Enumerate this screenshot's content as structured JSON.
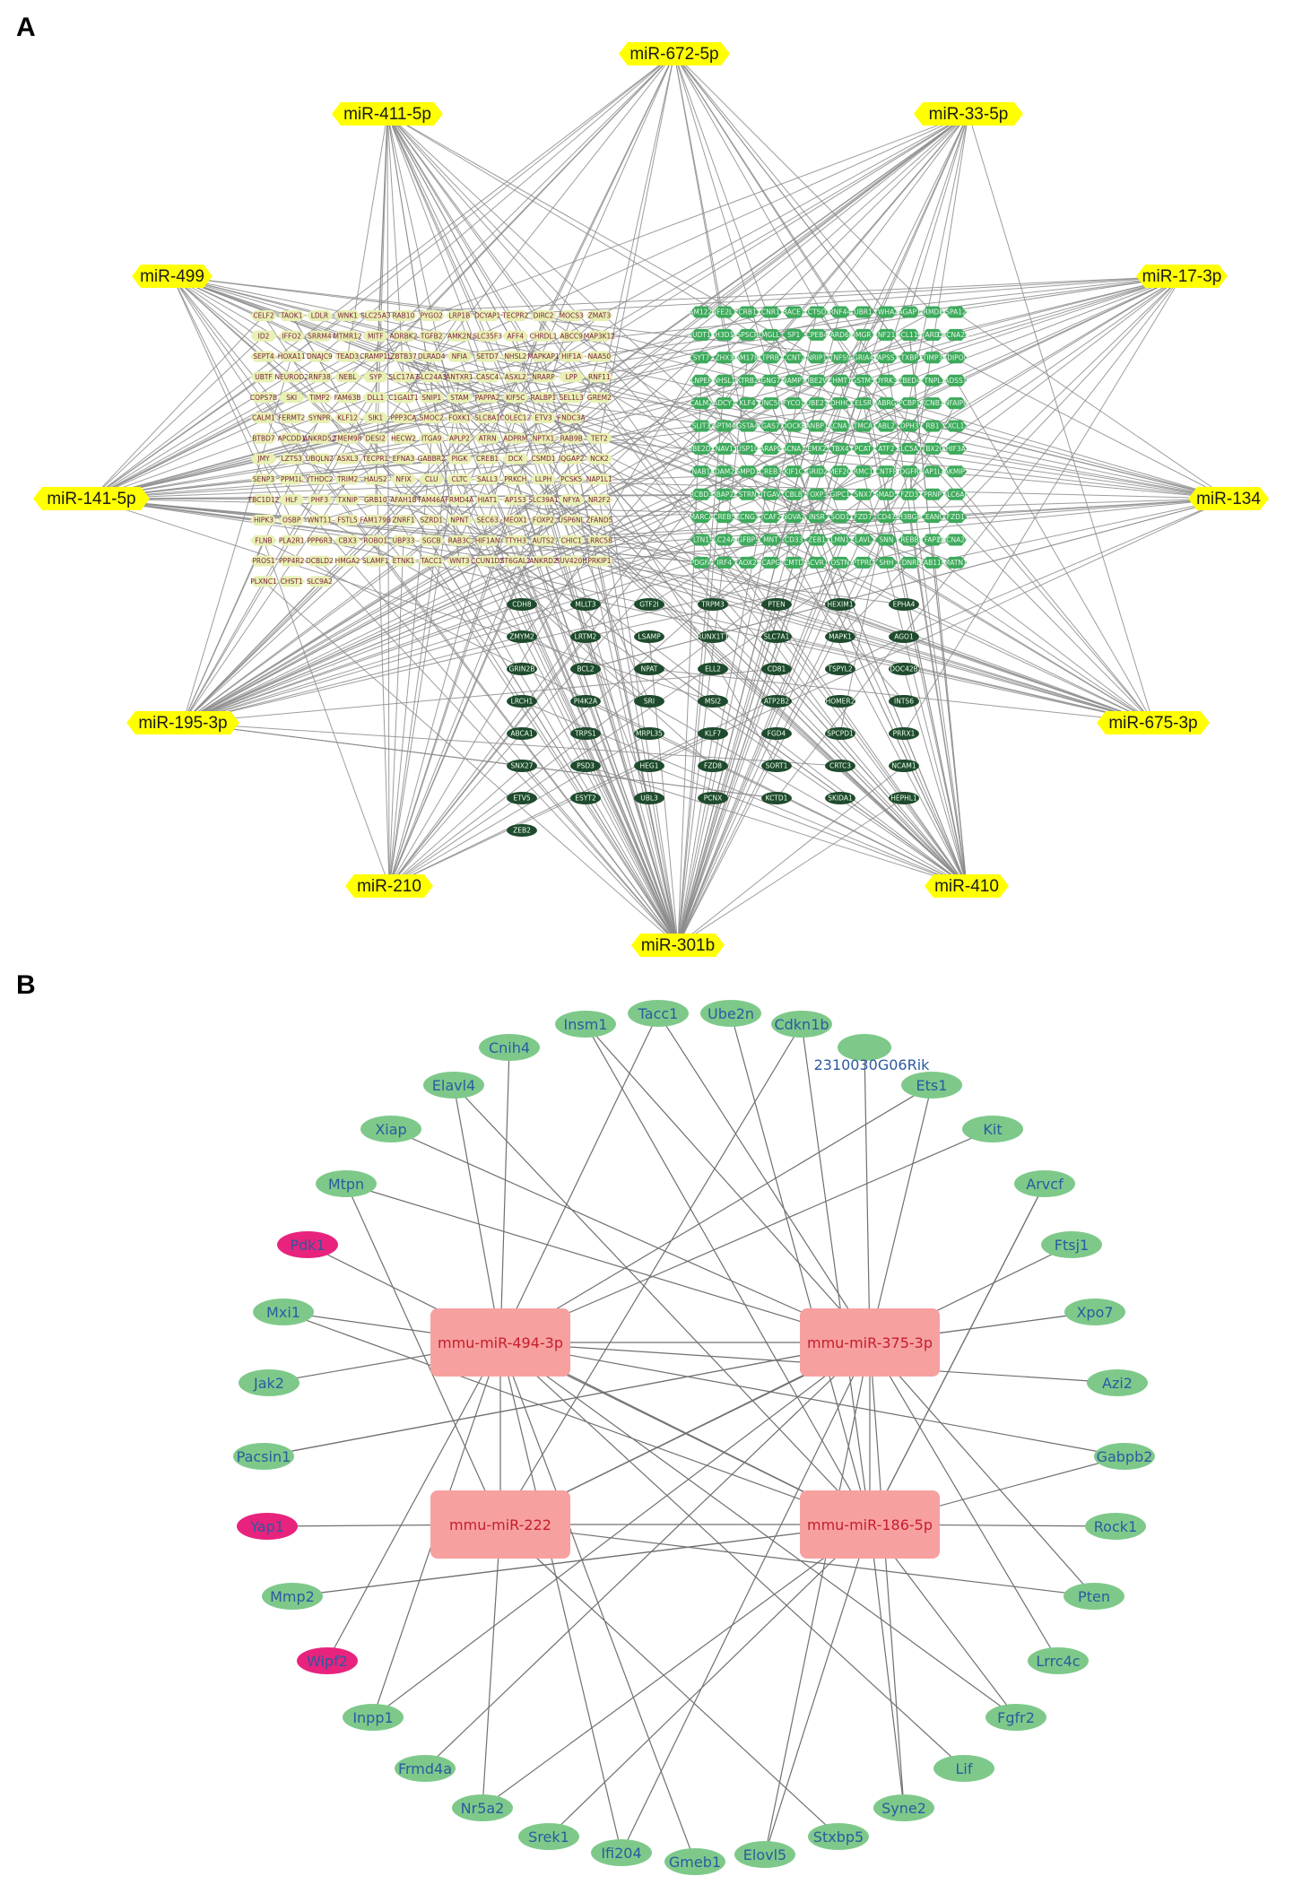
{
  "panel_a": {
    "label": "A",
    "colors": {
      "mir_fill": "#ffff00",
      "yellow_node": "#e8f0b4",
      "yellow_text": "#7a1f3d",
      "green_node": "#3daa5c",
      "green_text": "#e8f5e9",
      "dark_node": "#1f4a2d",
      "dark_text": "#eaffea",
      "edge": "#8c8c8c"
    },
    "mirnas": [
      "miR-672-5p",
      "miR-411-5p",
      "miR-33-5p",
      "miR-499",
      "miR-17-3p",
      "miR-141-5p",
      "miR-134",
      "miR-195-3p",
      "miR-675-3p",
      "miR-210",
      "miR-410",
      "miR-301b"
    ],
    "yellow_genes": [
      [
        "CELF2",
        "TAOK1",
        "LDLR",
        "WNK1",
        "SLC25A3",
        "RAB10",
        "PYGO2",
        "LRP1B",
        "DCYAP1",
        "TECPR2",
        "DIRC2",
        "MOCS3",
        "ZMAT3"
      ],
      [
        "ID2",
        "IFFO2",
        "SRRM4",
        "MTMR12",
        "MITF",
        "ADRBK2",
        "TGFB2",
        "AMK2N",
        "SLC35F3",
        "AFF4",
        "CHRDL1",
        "ABCC9",
        "MAP3K12"
      ],
      [
        "SEPT4",
        "HOXA11",
        "DNAJC9",
        "TEAD3",
        "CRAMP1L",
        "ZBTB37",
        "DLRAD4",
        "NFIA",
        "SETD7",
        "NHSL2",
        "MAPKAP1",
        "HIF1A",
        "NAA50"
      ],
      [
        "UBTF",
        "NEUROD2",
        "RNF38",
        "NEBL",
        "SYP",
        "SLC17A7",
        "SLC24A3",
        "ANTXR1",
        "CASC4",
        "ASXL2",
        "NRARP",
        "LPP",
        "RNF11"
      ],
      [
        "COPS7B",
        "SKI",
        "TIMP2",
        "FAM63B",
        "DLL1",
        "C1GALT1",
        "SNIP1",
        "STAM",
        "PAPPA2",
        "KIF5C",
        "RALBP1",
        "SEL1L3",
        "GREM2"
      ],
      [
        "CALM1",
        "FERMT2",
        "SYNPR",
        "KLF12",
        "SIK1",
        "PPP3CA",
        "SMOC2",
        "FOXK1",
        "SLC8A1",
        "COLEC12",
        "ETV3",
        "FNDC3A"
      ],
      [
        "BTBD7",
        "APCDD1",
        "ANKRD52",
        "TMEM98",
        "DESI2",
        "HECW2",
        "ITGA9",
        "APLP2",
        "ATRN",
        "ADPRM",
        "NPTX1",
        "RAB9B",
        "TET2"
      ],
      [
        "JMY",
        "LZTS3",
        "UBQLN2",
        "ASXL3",
        "TECPR1",
        "EFNA3",
        "GABBR2",
        "PIGK",
        "CREB1",
        "DCX",
        "CSMD1",
        "IQGAP2",
        "NCK2"
      ],
      [
        "SENP3",
        "PPM1L",
        "YTHDC2",
        "TRIM2",
        "HAUS2",
        "NFIX",
        "CLU",
        "CLTC",
        "SALL3",
        "PRKCH",
        "LLPH",
        "PCSK5",
        "NAP1L1"
      ],
      [
        "TBC1D12",
        "HLF",
        "PHF3",
        "TXNIP",
        "GRB10",
        "AFAH1B",
        "FAM46A",
        "FRMD4A",
        "HIAT1",
        "AP1S3",
        "SLC39A1",
        "NFYA",
        "NR2F2"
      ],
      [
        "HIPK3",
        "OSBP",
        "WNT11",
        "FSTL5",
        "FAM179B",
        "ZNRF1",
        "SZRD1",
        "NPNT",
        "SEC63",
        "MEOX1",
        "FOXP2",
        "USP6NL",
        "ZFAND5"
      ],
      [
        "FLNB",
        "PLA2R1",
        "PPP6R3",
        "CBX3",
        "ROBO1",
        "UBP33",
        "SGCB",
        "RAB3C",
        "HIF1AN",
        "TTYH3",
        "AUTS2",
        "CHIC1",
        "LRRC58"
      ],
      [
        "PROS1",
        "PPP4R2",
        "DCBLD2",
        "HMGA2",
        "SLAMF1",
        "ETNK1",
        "TACC1",
        "WNT3",
        "CCUN1D2",
        "ST6GAL2",
        "ANKRD2",
        "SUV420H",
        "PRKIP1"
      ],
      [
        "PLXNC1",
        "CHST1",
        "SLC9A2"
      ]
    ],
    "green_genes": [
      [
        "FAM122B",
        "NFE2L1",
        "CRB1",
        "CNR1",
        "BACE1",
        "CTSO",
        "RNF44",
        "UBR1",
        "YWHAZ",
        "AGAP1",
        "ORMDL3",
        "HSPA12A"
      ],
      [
        "NUDT10",
        "SH3D19",
        "ASPSCR1",
        "MGLL",
        "SP1",
        "CPEB4",
        "PARD6B",
        "BMGR1",
        "RNF216",
        "BCL11B",
        "STARD13",
        "CACNA2D1"
      ],
      [
        "SYT7",
        "ZHX1",
        "FAM178B",
        "KTPRB2",
        "CCNT2",
        "NRIP1",
        "TNFS9",
        "GRIA4",
        "PAPSS1",
        "STXBP1",
        "TIMP3",
        "ADIPOQ"
      ],
      [
        "LNPEP",
        "NHSL1",
        "KTRB2",
        "GNG7",
        "NAMPT",
        "UBE2W",
        "EHMT1",
        "GSTM5",
        "DYRK3",
        "ZBED4",
        "ETNPL1",
        "ADSS1"
      ],
      [
        "CALM2",
        "ADCY1",
        "KLF4",
        "UNC5B",
        "FYCO1",
        "UBE2T",
        "ZDHHC3",
        "CELSR1",
        "GABRG2",
        "PCBP1",
        "KCNB1",
        "TNFAIP8L"
      ],
      [
        "SLIT3",
        "LAPTM4B",
        "GSTA4",
        "GAS7",
        "DOCK3",
        "RANBP10",
        "KCNA1",
        "ATMCA1",
        "ABL2",
        "DPH3",
        "RB1",
        "CXCL12"
      ],
      [
        "UBE2D1",
        "NAV1",
        "USP10",
        "ARAP2",
        "CACNA1B",
        "EMX2",
        "TBX4",
        "LPCAT1",
        "ATF2",
        "SLC5A7",
        "TBX20",
        "HIF3A"
      ],
      [
        "NAB1",
        "ADAM22",
        "SMPD1",
        "CREB3",
        "KIF1C",
        "GRID2",
        "MEF2C",
        "ARMC10",
        "CNTFR",
        "PDGFRA",
        "NAP1L4",
        "JAKMIP1"
      ],
      [
        "RCBD3",
        "UBAP2L",
        "STRN",
        "ITGAV",
        "CBLB",
        "FOXP3",
        "GIPC1",
        "SNX7",
        "SMAD5",
        "FZD3",
        "PRNP",
        "SLC6A6"
      ],
      [
        "SMARCA5",
        "CREB5",
        "KCNG3",
        "TCAF2",
        "NOVA2",
        "INSR",
        "SOD1",
        "FZD7",
        "CD47",
        "SH3BGRL",
        "TCEANC2",
        "FZD1"
      ],
      [
        "LTN1",
        "SLC24A1",
        "IGFBP5",
        "MNT",
        "CD33",
        "ZEB1",
        "LMN1",
        "ELAVL2",
        "SNN",
        "CREBBP",
        "TFAP2B",
        "CACNA2D2"
      ],
      [
        "PDGFA",
        "IRF4",
        "AOX2",
        "NCAPG2",
        "PCMTD1",
        "ACVR1",
        "OSTN",
        "PTPRD",
        "SHH",
        "EDNRB",
        "RAB11B",
        "MATN1"
      ]
    ],
    "dark_genes": [
      [
        "CDH8",
        "MLLT3",
        "GTF2I",
        "TRPM3",
        "PTEN",
        "HEXIM1",
        "EPHA4"
      ],
      [
        "ZMYM2",
        "LRTM2",
        "LSAMP",
        "RUNX1T1",
        "SLC7A1",
        "MAPK1",
        "AGO1"
      ],
      [
        "GRIN2B",
        "BCL2",
        "NPAT",
        "ELL2",
        "CD81",
        "TSPYL2",
        "DOC42B"
      ],
      [
        "LRCH1",
        "PI4K2A",
        "SRI",
        "MSI2",
        "ATP2B2",
        "HOMER2",
        "INTS6"
      ],
      [
        "ABCA1",
        "TRPS1",
        "MRPL35",
        "KLF7",
        "FGD4",
        "SPCPD1",
        "PRRX1"
      ],
      [
        "SNX27",
        "PSD3",
        "HEG1",
        "FZD8",
        "SORT1",
        "CRTC3",
        "NCAM1"
      ],
      [
        "ETV5",
        "ESYT2",
        "UBL3",
        "PCNX",
        "KCTD1",
        "SKIDA1",
        "HEPHL1"
      ],
      [
        "ZEB2"
      ]
    ]
  },
  "panel_b": {
    "label": "B",
    "colors": {
      "hub_fill": "#f7a0a0",
      "hub_text": "#c41e2a",
      "gene_fill": "#7ec98a",
      "gene_text": "#2c5aa0",
      "highlight_fill": "#e8237d",
      "dark_text_fill": "#3d9a4e",
      "edge": "#707070"
    },
    "hubs": [
      "mmu-miR-494-3p",
      "mmu-miR-375-3p",
      "mmu-miR-222",
      "mmu-miR-186-5p"
    ],
    "genes": [
      "Tacc1",
      "Ube2n",
      "Cdkn1b",
      "2310030G06Rik",
      "Ets1",
      "Kit",
      "Arvcf",
      "Ftsj1",
      "Xpo7",
      "Azi2",
      "Gabpb2",
      "Rock1",
      "Pten",
      "Lrrc4c",
      "Fgfr2",
      "Lif",
      "Syne2",
      "Stxbp5",
      "Elovl5",
      "Gmeb1",
      "Ifi204",
      "Srek1",
      "Nr5a2",
      "Frmd4a",
      "Inpp1",
      "Wipf2",
      "Mmp2",
      "Yap1",
      "Pacsin1",
      "Jak2",
      "Mxi1",
      "Pdk1",
      "Mtpn",
      "Xiap",
      "Elavl4",
      "Cnih4",
      "Insm1"
    ],
    "highlight_genes": [
      "Pdk1",
      "Yap1",
      "Wipf2"
    ],
    "dark_text_genes": [
      "Mmp2"
    ]
  }
}
